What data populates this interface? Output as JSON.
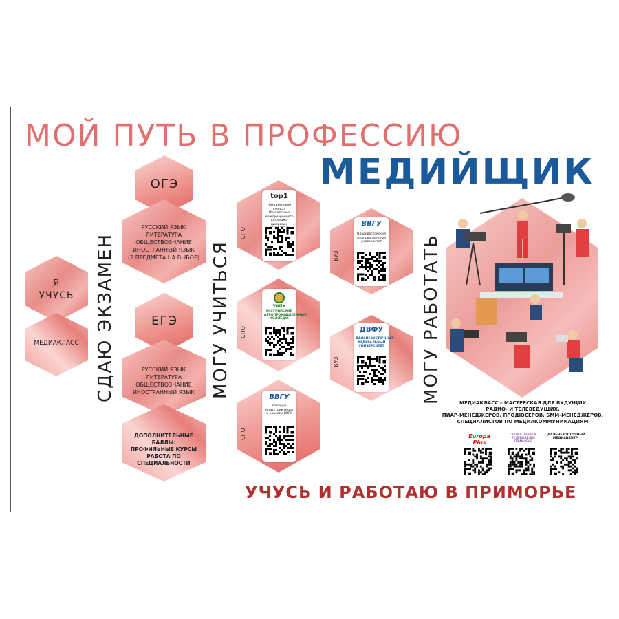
{
  "poster": {
    "title": "МОЙ ПУТЬ В ПРОФЕССИЮ",
    "subtitle": "МЕДИЙЩИК",
    "bottom_line": "УЧУСЬ И РАБОТАЮ В ПРИМОРЬЕ"
  },
  "left": {
    "i_study": "Я\nУЧУСЬ",
    "media_class": "МЕДИАКЛАСС"
  },
  "exams": {
    "heading": "СДАЮ ЭКЗАМЕН",
    "oge_label": "ОГЭ",
    "oge_subjects": "РУССКИЙ ЯЗЫК\nЛИТЕРАТУРА\nОБЩЕСТВОЗНАНИЕ\nИНОСТРАННЫЙ ЯЗЫК\n(2 ПРЕДМЕТА НА ВЫБОР)",
    "ege_label": "ЕГЭ",
    "ege_subjects": "РУССКИЙ ЯЗЫК\nЛИТЕРАТУРА\nОБЩЕСТВОЗНАНИЕ\nИНОСТРАННЫЙ ЯЗЫК",
    "extra": "ДОПОЛНИТЕЛЬНЫЕ БАЛЛЫ:\nПРОФИЛЬНЫЕ КУРСЫ\nРАБОТА ПО\nСПЕЦИАЛЬНОСТИ"
  },
  "study": {
    "heading": "МОГУ УЧИТЬСЯ",
    "spo_label": "СПО",
    "vuz_label": "ВУЗ",
    "colleges": [
      {
        "logo": "top1",
        "text": "Находкинский филиал Московского международного колледжа цифровых технологий «Академия ТОП»"
      },
      {
        "logo": "УАПК",
        "text": "УССУРИЙСКИЙ АГРОПРОМЫШЛЕННЫЙ КОЛЛЕДЖ"
      },
      {
        "logo": "ВВГУ",
        "text": "Колледж индустрии моды и красоты ВВГУ"
      }
    ],
    "universities": [
      {
        "logo": "ВВГУ",
        "text": "Владивостокский государственный университет"
      },
      {
        "logo": "ДВФУ",
        "text": "ДАЛЬНЕВОСТОЧНЫЙ ФЕДЕРАЛЬНЫЙ УНИВЕРСИТЕТ"
      }
    ]
  },
  "work": {
    "heading": "МОГУ РАБОТАТЬ",
    "description": "МЕДИАКЛАСС – МАСТЕРСКАЯ ДЛЯ БУДУЩИХ\nРАДИО- И ТЕЛЕВЕДУЩИХ,\nПИАР-МЕНЕДЖЕРОВ, ПРОДЮСЕРОВ, SMM-МЕНЕДЖЕРОВ,\nСПЕЦИАЛИСТОВ ПО МЕДИАКОММУНИКАЦИЯМ",
    "brands": [
      "Europa Plus",
      "ОБЩЕСТВЕННОЕ ТЕЛЕВИДЕНИЕ ПРИМОРЬЯ",
      "ДАЛЬНЕВОСТОЧНЫЙ МЕДИАЦЕНТР"
    ]
  },
  "colors": {
    "title": "#e07070",
    "subtitle": "#1a5a9a",
    "bottom": "#b03030",
    "hex_main": "#e88c88"
  }
}
